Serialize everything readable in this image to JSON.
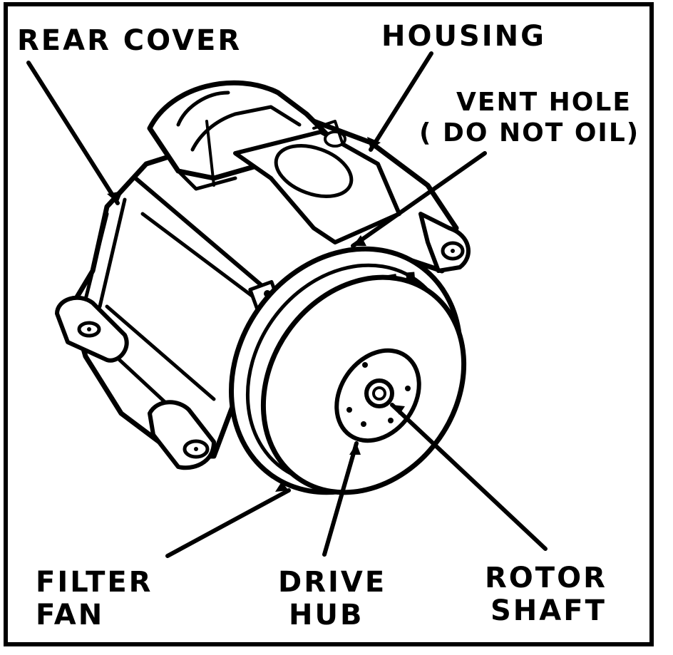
{
  "labels": {
    "rear_cover": "REAR COVER",
    "housing": "HOUSING",
    "vent_hole_line1": "VENT HOLE",
    "vent_hole_line2": "( DO NOT OIL)",
    "filter_fan_line1": "FILTER",
    "filter_fan_line2": "FAN",
    "drive_hub_line1": "DRIVE",
    "drive_hub_line2": "HUB",
    "rotor_shaft_line1": "ROTOR",
    "rotor_shaft_line2": "SHAFT"
  },
  "colors": {
    "ink": "#000000",
    "paper": "#ffffff"
  }
}
